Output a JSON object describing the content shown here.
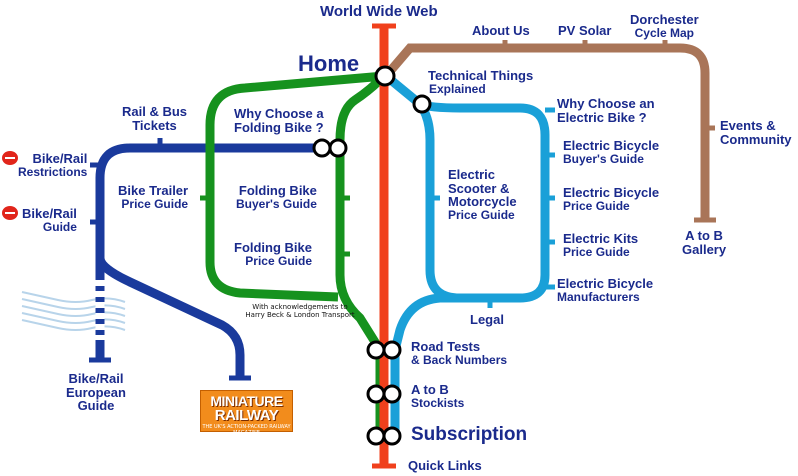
{
  "labels": {
    "world_wide_web": "World Wide Web",
    "home": "Home",
    "about_us": "About Us",
    "pv_solar": "PV Solar",
    "dorchester_1": "Dorchester",
    "dorchester_2": "Cycle Map",
    "technical_1": "Technical Things",
    "technical_2": "Explained",
    "rail_bus_1": "Rail & Bus",
    "rail_bus_2": "Tickets",
    "why_folding_1": "Why Choose a",
    "why_folding_2": "Folding Bike ?",
    "why_electric_1": "Why Choose an",
    "why_electric_2": "Electric Bike ?",
    "events_1": "Events &",
    "events_2": "Community",
    "bike_rail_restrictions_1": "Bike/Rail",
    "bike_rail_restrictions_2": "Restrictions",
    "bike_rail_guide_1": "Bike/Rail",
    "bike_rail_guide_2": "Guide",
    "bike_trailer_1": "Bike Trailer",
    "bike_trailer_2": "Price Guide",
    "folding_buyers_1": "Folding Bike",
    "folding_buyers_2": "Buyer's Guide",
    "folding_price_1": "Folding Bike",
    "folding_price_2": "Price Guide",
    "escooter_1": "Electric",
    "escooter_2": "Scooter &",
    "escooter_3": "Motorcycle",
    "escooter_4": "Price Guide",
    "ebike_buyers_1": "Electric Bicycle",
    "ebike_buyers_2": "Buyer's Guide",
    "ebike_price_1": "Electric Bicycle",
    "ebike_price_2": "Price Guide",
    "ekits_1": "Electric Kits",
    "ekits_2": "Price Guide",
    "manufacturers_1": "Electric Bicycle",
    "manufacturers_2": "Manufacturers",
    "atob_gallery_1": "A to B",
    "atob_gallery_2": "Gallery",
    "legal": "Legal",
    "european_1": "Bike/Rail",
    "european_2": "European",
    "european_3": "Guide",
    "road_tests_1": "Road Tests",
    "road_tests_2": "& Back Numbers",
    "stockists_1": "A to B",
    "stockists_2": "Stockists",
    "subscription": "Subscription",
    "quick_links": "Quick Links",
    "ack_1": "With acknowledgements to",
    "ack_2": "Harry Beck & London Transport"
  },
  "badge": {
    "line1": "MINIATURE",
    "line2": "RAILWAY",
    "line3": "THE UK'S ACTION-PACKED RAILWAY MAGAZINE"
  },
  "colors": {
    "red_line": "#f0401c",
    "green_line": "#16921e",
    "cyan_line": "#1aa0d8",
    "brown_line": "#a97558",
    "navy_line": "#1a3a9c",
    "label_text": "#1a2a8c"
  }
}
